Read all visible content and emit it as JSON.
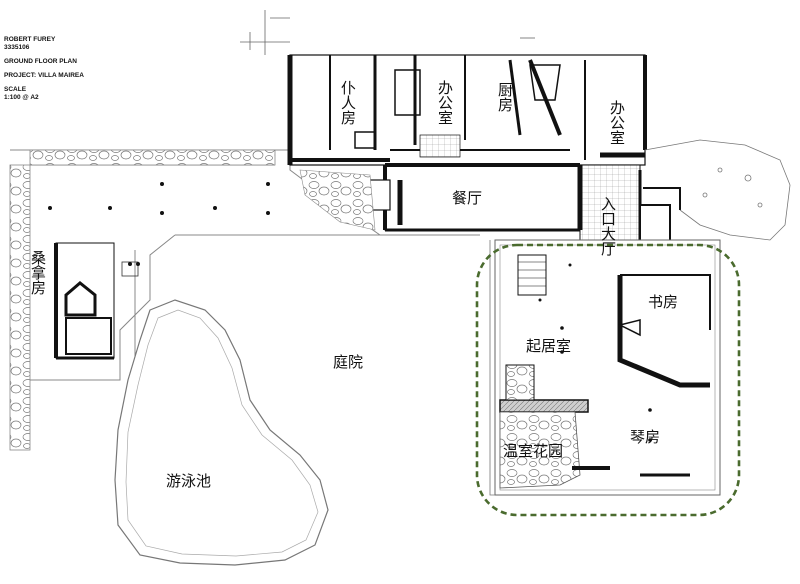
{
  "title_block": {
    "author": "ROBERT FUREY",
    "student_id": "3335106",
    "drawing": "GROUND FLOOR PLAN",
    "project": "PROJECT: VILLA MAIREA",
    "scale_label": "SCALE",
    "scale_value": "1:100 @ A2"
  },
  "rooms": {
    "servant": "仆人房",
    "office_1": "办公室",
    "kitchen": "厨房",
    "office_2": "办公室",
    "dining": "餐厅",
    "entrance": "入口大厅",
    "sauna": "桑拿房",
    "courtyard": "庭院",
    "study": "书房",
    "living": "起居室",
    "piano": "琴房",
    "winter_garden": "温室花园",
    "pool": "游泳池"
  },
  "colors": {
    "wall": "#111111",
    "highlight": "#4a6b2e",
    "stone": "#bdbdbd",
    "shading": "#e3e3e3"
  }
}
